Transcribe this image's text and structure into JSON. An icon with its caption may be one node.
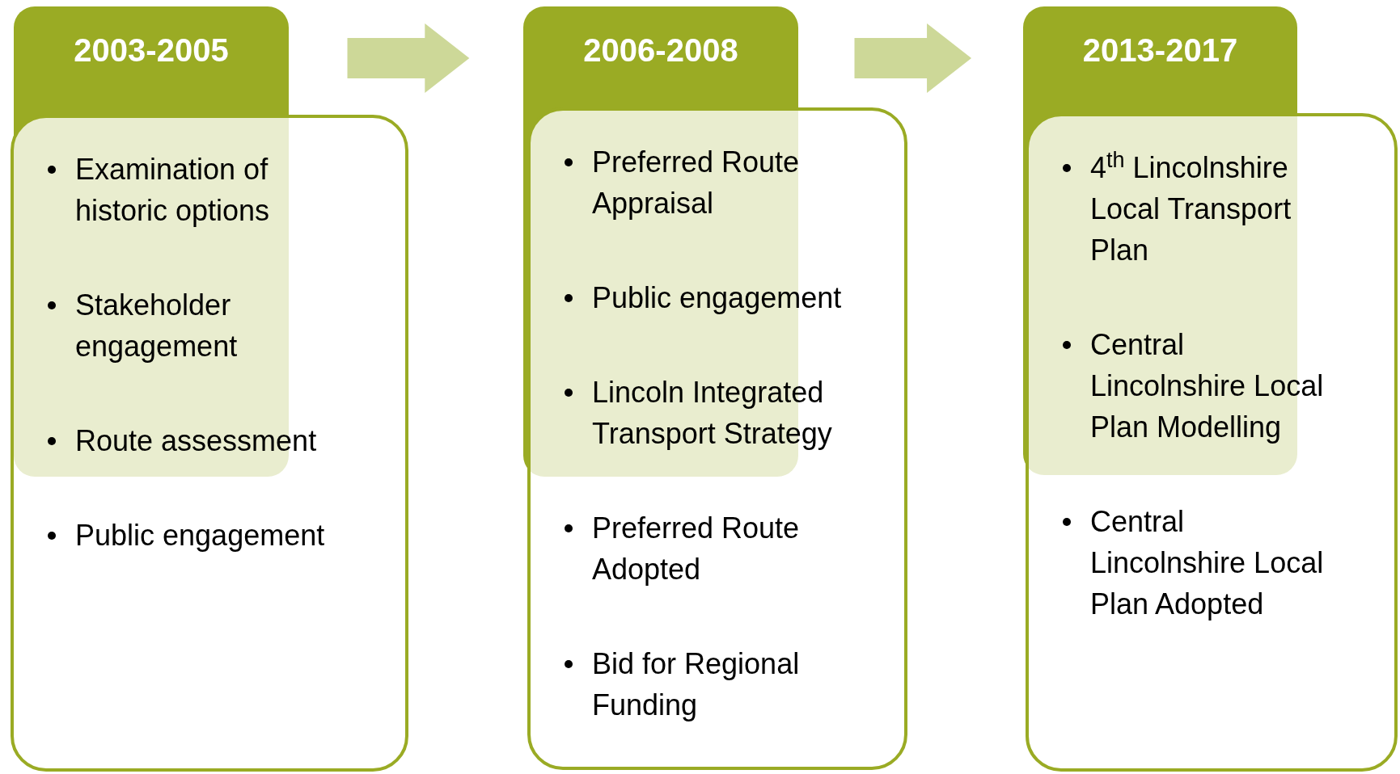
{
  "diagram": {
    "nodes": [
      {
        "text": [
          "2003-2005"
        ]
      },
      {
        "text": [
          "Examination of historic options",
          "Stakeholder engagement",
          "Route assessment",
          "Public engagement"
        ]
      },
      {
        "text": [
          "2006-2008"
        ]
      },
      {
        "text": [
          "Preferred Route Appraisal",
          "Public engagement",
          "Lincoln Integrated Transport Strategy",
          "Preferred Route Adopted",
          "Bid for Regional Funding"
        ]
      },
      {
        "text": [
          "2013-2017"
        ]
      },
      {
        "text": [
          "4$^{th}$ Lincolnshire Local Transport Plan",
          "Central Lincolnshire Local Plan Modelling",
          "Central Lincolnshire Local Plan Adopted"
        ]
      }
    ],
    "edges": [
      {
        "from": 0,
        "to": 2,
        "arrow": "to",
        "style": "thick",
        "color": "#cdd898"
      },
      {
        "from": 2,
        "to": 4,
        "arrow": "to",
        "style": "thick",
        "color": "#cdd898"
      }
    ]
  }
}
